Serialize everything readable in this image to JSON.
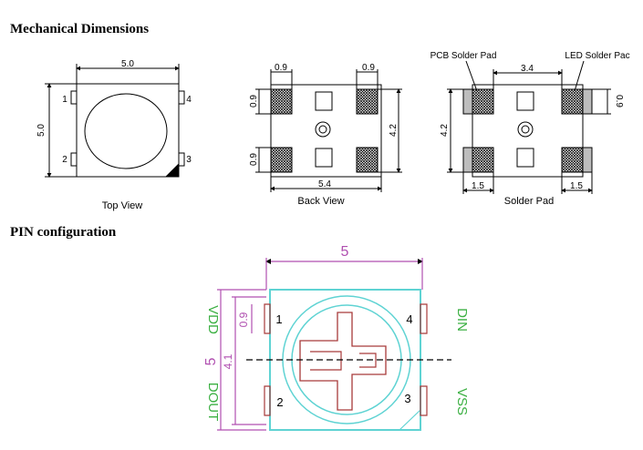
{
  "headings": {
    "mechanical": "Mechanical  Dimensions",
    "pin_config": "PIN  configuration"
  },
  "top_view": {
    "caption": "Top View",
    "dim_width": "5.0",
    "dim_height": "5.0",
    "pins": [
      "1",
      "2",
      "3",
      "4"
    ]
  },
  "back_view": {
    "caption": "Back View",
    "dim_pad_left": "0.9",
    "dim_pad_right": "0.9",
    "dim_pad_height_top": "0.9",
    "dim_pad_height_bottom": "0.9",
    "dim_height": "4.2",
    "dim_width": "5.4"
  },
  "solder_pad": {
    "caption": "Solder Pad",
    "label_pcb": "PCB Solder Pad",
    "label_led": "LED Solder Pac",
    "dim_spacing": "3.4",
    "dim_height": "4.2",
    "dim_pad_height": "0.9",
    "dim_pad_left": "1.5",
    "dim_pad_right": "1.5"
  },
  "pin_config": {
    "dim_width": "5",
    "dim_height": "5",
    "dim_pad_height": "0.9",
    "dim_inner": "4.1",
    "pins": [
      "1",
      "2",
      "3",
      "4"
    ],
    "pin_names": {
      "vdd": "VDD",
      "dout": "DOUT",
      "din": "DIN",
      "vss": "VSS"
    }
  },
  "colors": {
    "ink": "#000000",
    "pad_fill": "#bdbdbd",
    "pin_label": "#3cb043",
    "outline_cyan": "#5fd3d3",
    "outline_magenta": "#b04fb0",
    "pad_red": "#a83a3a"
  }
}
